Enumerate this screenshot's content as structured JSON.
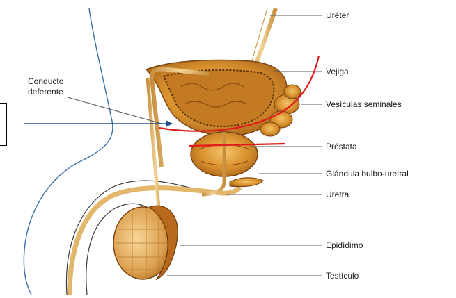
{
  "labels": {
    "ureter": "Uréter",
    "vejiga": "Vejiga",
    "vesiculas": "Vesículas seminales",
    "prostata": "Próstata",
    "glandula": "Glándula bulbo-uretral",
    "uretra": "Uretra",
    "epididimo": "Epidídimo",
    "testiculo": "Testículo",
    "conducto_line1": "Conducto",
    "conducto_line2": "deferente"
  },
  "colors": {
    "organ_fill": "#d9912e",
    "organ_dark": "#9a5a12",
    "duct": "#e8c07a",
    "leader": "#555555",
    "red_annotation": "#e01b1b",
    "blue_arrow": "#1f4f8f"
  }
}
